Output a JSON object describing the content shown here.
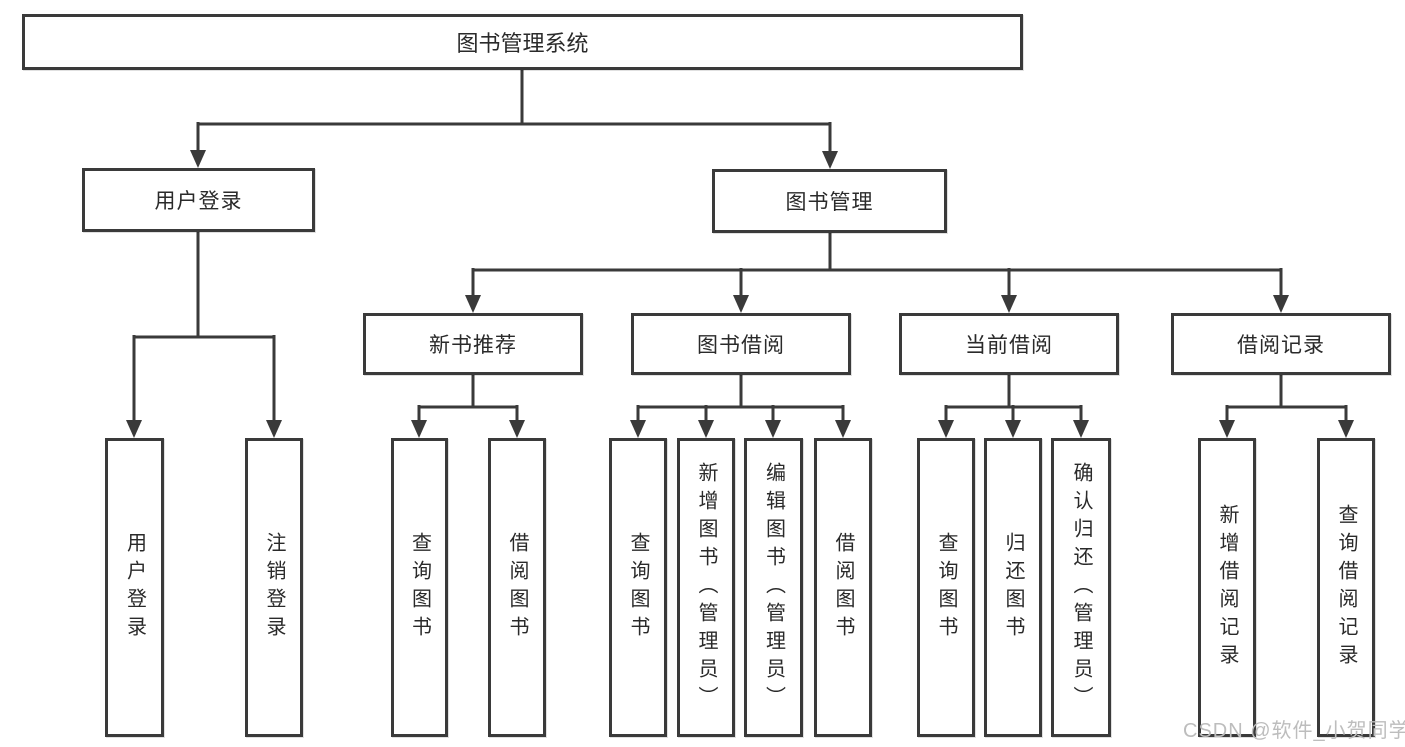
{
  "diagram": {
    "root": {
      "label": "图书管理系统"
    },
    "branches": [
      {
        "label": "用户登录",
        "children": [
          {
            "label": "用户登录"
          },
          {
            "label": "注销登录"
          }
        ]
      },
      {
        "label": "图书管理",
        "children": [
          {
            "label": "新书推荐",
            "children": [
              {
                "label": "查询图书"
              },
              {
                "label": "借阅图书"
              }
            ]
          },
          {
            "label": "图书借阅",
            "children": [
              {
                "label": "查询图书"
              },
              {
                "label": "新增图书（管理员）"
              },
              {
                "label": "编辑图书（管理员）"
              },
              {
                "label": "借阅图书"
              }
            ]
          },
          {
            "label": "当前借阅",
            "children": [
              {
                "label": "查询图书"
              },
              {
                "label": "归还图书"
              },
              {
                "label": "确认归还（管理员）"
              }
            ]
          },
          {
            "label": "借阅记录",
            "children": [
              {
                "label": "新增借阅记录"
              },
              {
                "label": "查询借阅记录"
              }
            ]
          }
        ]
      }
    ]
  },
  "watermark": {
    "text": "CSDN @软件_小贺同学"
  },
  "colors": {
    "line": "#3a3a3a",
    "text": "#2a2a2a",
    "watermark": "#bdbdbd",
    "background": "#ffffff"
  }
}
